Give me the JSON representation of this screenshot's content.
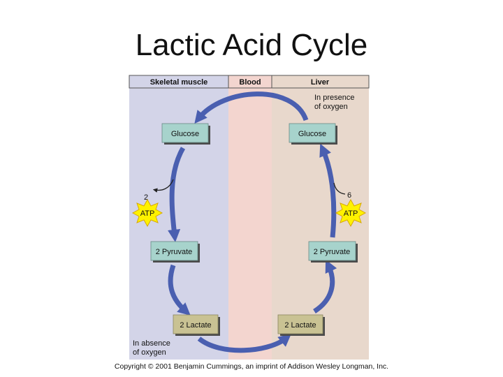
{
  "title": "Lactic Acid Cycle",
  "header": {
    "skeletal_muscle": "Skeletal muscle",
    "blood": "Blood",
    "liver": "Liver"
  },
  "conditions": {
    "presence_line1": "In presence",
    "presence_line2": "of oxygen",
    "absence_line1": "In absence",
    "absence_line2": "of oxygen"
  },
  "muscle": {
    "glucose": "Glucose",
    "pyruvate": "2 Pyruvate",
    "lactate": "2 Lactate",
    "atp_count": "2",
    "atp_label": "ATP"
  },
  "liver": {
    "glucose": "Glucose",
    "pyruvate": "2 Pyruvate",
    "lactate": "2 Lactate",
    "atp_count": "6",
    "atp_label": "ATP"
  },
  "colors": {
    "muscle_bg": "#d3d4e8",
    "blood_bg": "#f3d5cf",
    "liver_bg": "#e8d8cc",
    "arrow": "#4a5fb0",
    "glucose_box": "#a7d3cc",
    "pyruvate_box": "#a7d3cc",
    "lactate_box": "#c9c293",
    "atp_star": "#fff200"
  },
  "copyright": "Copyright © 2001 Benjamin Cummings, an imprint of Addison Wesley Longman, Inc."
}
